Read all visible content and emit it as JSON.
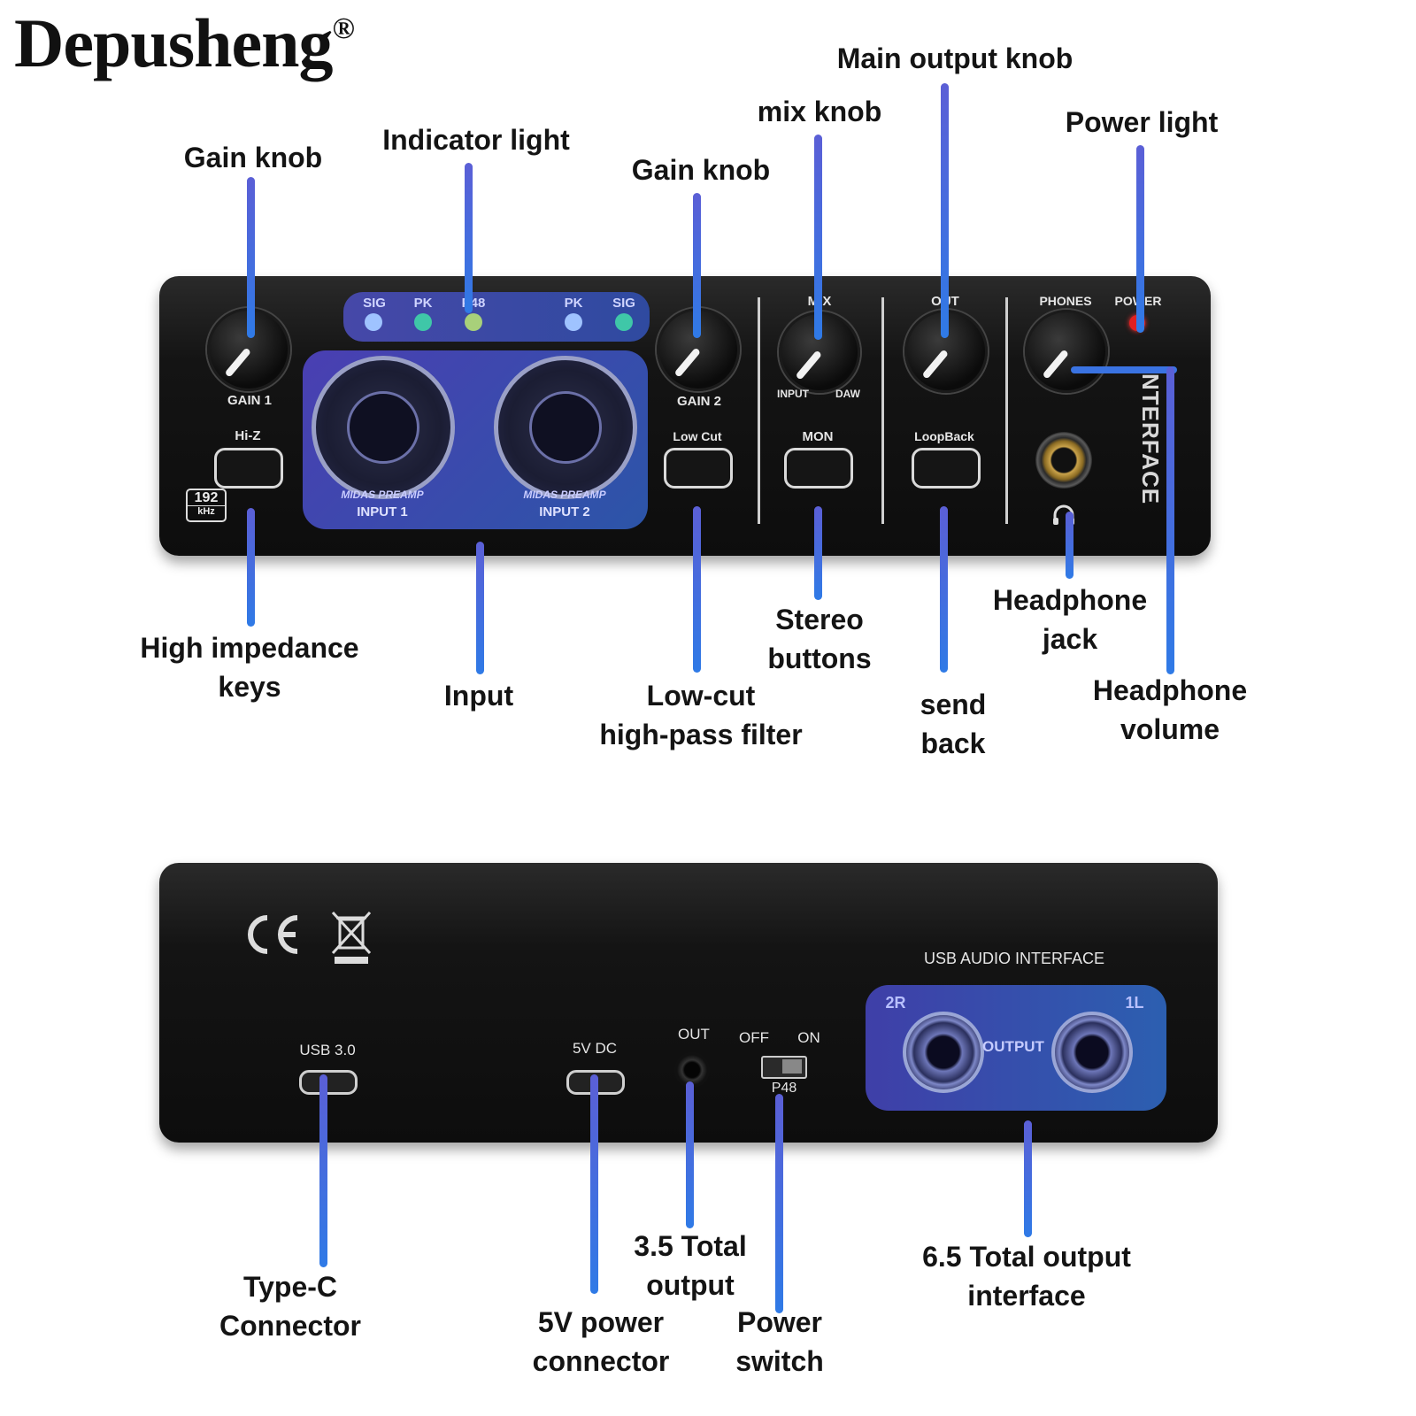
{
  "brand": {
    "name": "Depusheng",
    "mark": "®"
  },
  "colors": {
    "leader": "#3a73e2",
    "device": "#141414",
    "input_panel": "#3a3f9a",
    "text": "#141414"
  },
  "front_panel": {
    "labels": {
      "sig1": "SIG",
      "pk1": "PK",
      "p48": "P48",
      "pk2": "PK",
      "sig2": "SIG",
      "gain1": "GAIN 1",
      "hiz": "Hi-Z",
      "khz_num": "192",
      "khz_unit": "kHz",
      "preamp1": "MIDAS PREAMP",
      "input1": "INPUT 1",
      "preamp2": "MIDAS PREAMP",
      "input2": "INPUT 2",
      "gain2": "GAIN 2",
      "lowcut": "Low Cut",
      "mix": "MIX",
      "input": "INPUT",
      "daw": "DAW",
      "mon": "MON",
      "out": "OUT",
      "loopback": "LoopBack",
      "phones": "PHONES",
      "power": "POWER",
      "side_text": "NTERFACE"
    }
  },
  "rear_panel": {
    "labels": {
      "usb": "USB 3.0",
      "dc": "5V DC",
      "out": "OUT",
      "off": "OFF",
      "on": "ON",
      "p48": "P48",
      "usb_interface": "USB AUDIO INTERFACE",
      "ch_2r": "2R",
      "ch_1l": "1L",
      "output": "OUTPUT"
    },
    "icons": [
      "ce-mark-icon",
      "weee-bin-icon"
    ]
  },
  "callouts": {
    "gain_knob_1": "Gain knob",
    "indicator_light": "Indicator light",
    "gain_knob_2": "Gain knob",
    "mix_knob": "mix knob",
    "main_output_knob": "Main output knob",
    "power_light": "Power light",
    "high_impedance_keys": [
      "High impedance",
      "keys"
    ],
    "input": "Input",
    "low_cut": [
      "Low-cut",
      "high-pass filter"
    ],
    "stereo_buttons": [
      "Stereo",
      "buttons"
    ],
    "send_back": [
      "send",
      "back"
    ],
    "headphone_jack": [
      "Headphone",
      "jack"
    ],
    "headphone_volume": [
      "Headphone",
      "volume"
    ],
    "type_c": [
      "Type-C",
      "Connector"
    ],
    "power_5v": [
      "5V power",
      "connector"
    ],
    "total_35": [
      "3.5 Total",
      "output"
    ],
    "power_switch": [
      "Power",
      "switch"
    ],
    "total_65": [
      "6.5 Total output",
      "interface"
    ]
  }
}
